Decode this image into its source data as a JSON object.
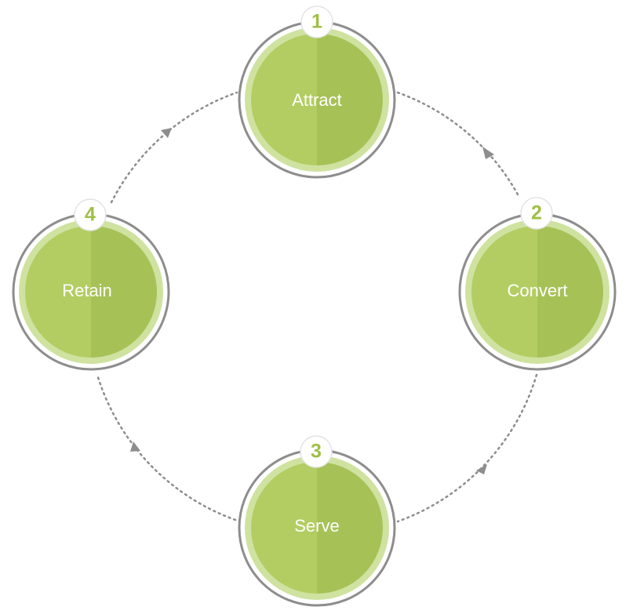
{
  "colors": {
    "ring": "#8d8d8d",
    "halo": "#cfe2a0",
    "fill_left": "#b3cd62",
    "fill_right": "#a6c257",
    "badge_text": "#9fbf45",
    "connector": "#8d8d8d"
  },
  "stages": [
    {
      "number": "1",
      "label": "Attract"
    },
    {
      "number": "2",
      "label": "Convert"
    },
    {
      "number": "3",
      "label": "Serve"
    },
    {
      "number": "4",
      "label": "Retain"
    }
  ]
}
